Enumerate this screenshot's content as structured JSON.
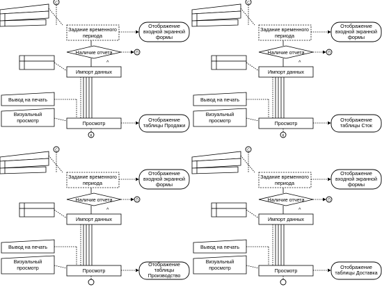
{
  "labels": {
    "time_period_line1": "Задание временного",
    "time_period_line2": "периода",
    "display_form_line1": "Отображение",
    "display_form_line2": "входной экранной",
    "display_form_line3": "формы",
    "report_exists": "Наличие отчета",
    "import_data": "Импорт данных",
    "print_output": "Вывод на печать",
    "visual_view_line1": "Визуальный",
    "visual_view_line2": "просмотр",
    "view": "Просмотр",
    "display_table_line1": "Отображение",
    "connector_p": "П",
    "connector_k": "К",
    "connector_c": "С",
    "no_mark": "^"
  },
  "panels": [
    {
      "table_name": "таблицы Продажи"
    },
    {
      "table_name": "таблицы Сток"
    },
    {
      "table_name": "таблицы",
      "table_name2": "Производство"
    },
    {
      "table_name": "таблицы Доставка"
    }
  ]
}
